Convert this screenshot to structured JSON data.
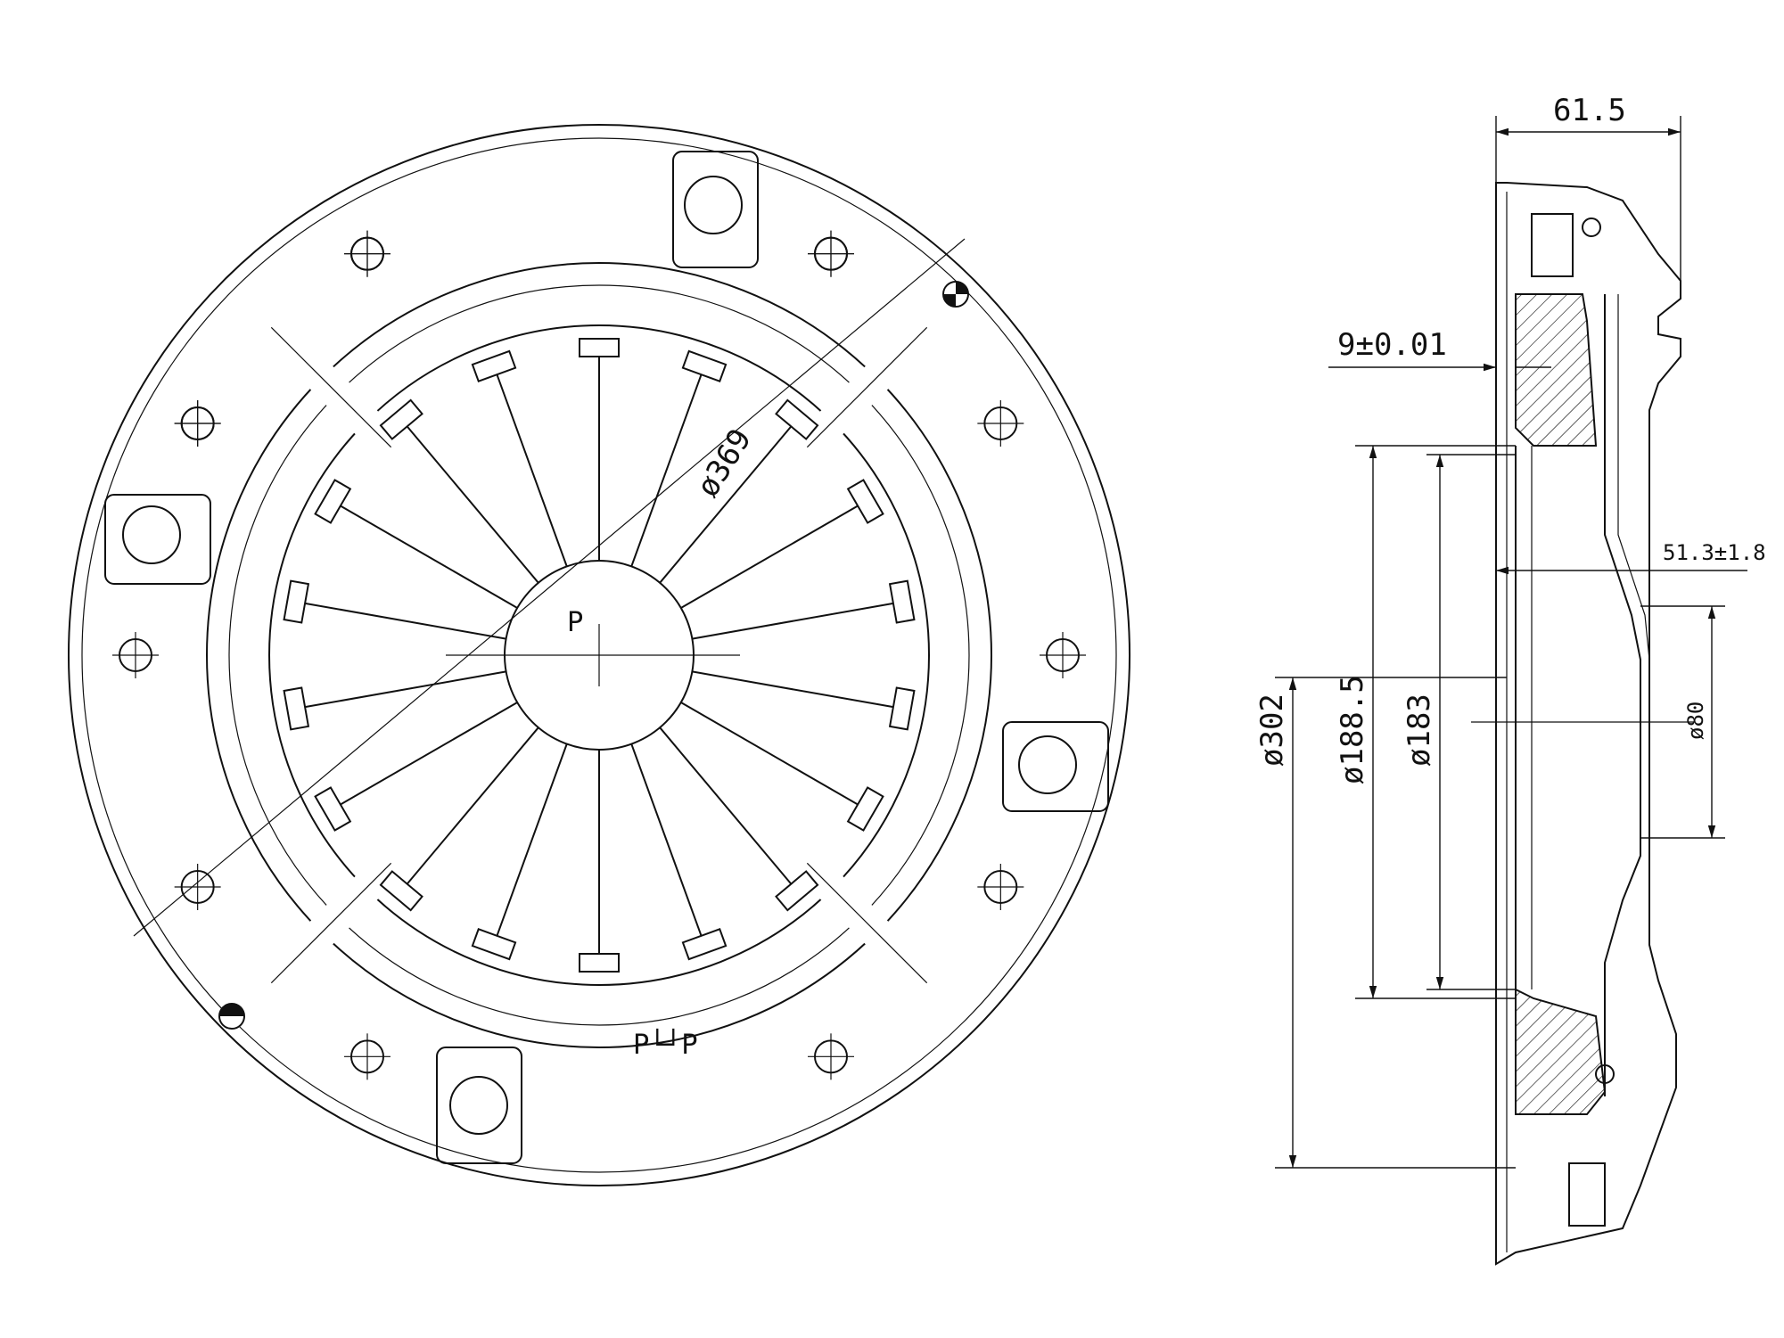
{
  "drawing": {
    "front_view": {
      "diameter_label": "ø369",
      "center_mark": "P",
      "balance_mark": "P└┘P"
    },
    "side_view": {
      "overall_height": "61.5",
      "offset": "9±0.01",
      "finger_height": "51.3±1.8",
      "outer_diameter": "ø302",
      "friction_outer_diameter": "ø188.5",
      "friction_inner_diameter": "ø183",
      "bore_diameter": "ø80"
    }
  },
  "colors": {
    "line": "#111111",
    "background": "#ffffff",
    "hatch": "#111111"
  }
}
